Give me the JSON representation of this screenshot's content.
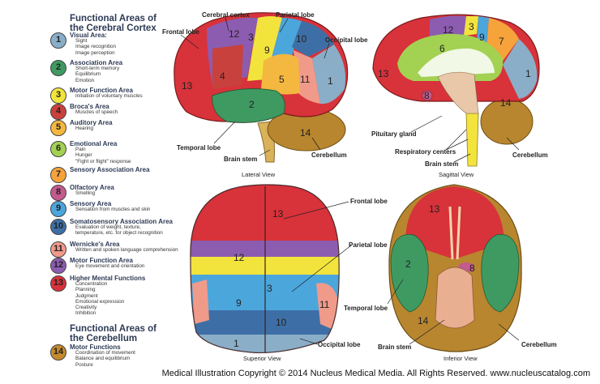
{
  "legend": {
    "title_line1": "Functional Areas of",
    "title_line2": "the Cerebral Cortex",
    "items": [
      {
        "num": "1",
        "name": "Visual Area:",
        "desc": [
          "Sight",
          "Image recognition",
          "Image perception"
        ],
        "color": "#8aaec8"
      },
      {
        "num": "2",
        "name": "Association Area",
        "desc": [
          "Short-term memory",
          "Equilibrium",
          "Emotion"
        ],
        "color": "#3f9a62"
      },
      {
        "num": "3",
        "name": "Motor Function Area",
        "desc": [
          "Initiation of voluntary muscles"
        ],
        "color": "#f2e43c"
      },
      {
        "num": "4",
        "name": "Broca's Area",
        "desc": [
          "Muscles of speech"
        ],
        "color": "#c9413c"
      },
      {
        "num": "5",
        "name": "Auditory Area",
        "desc": [
          "Hearing"
        ],
        "color": "#f4b740"
      },
      {
        "num": "6",
        "name": "Emotional Area",
        "desc": [
          "Pain",
          "Hunger",
          "\"Fight or flight\" response"
        ],
        "color": "#a3d152"
      },
      {
        "num": "7",
        "name": "Sensory Association Area",
        "desc": [],
        "color": "#f5a33a"
      },
      {
        "num": "8",
        "name": "Olfactory Area",
        "desc": [
          "Smelling"
        ],
        "color": "#c45a8e"
      },
      {
        "num": "9",
        "name": "Sensory Area",
        "desc": [
          "Sensation from muscles and skin"
        ],
        "color": "#4ba6dc"
      },
      {
        "num": "10",
        "name": "Somatosensory Association Area",
        "desc": [
          "Evaluation of weight, texture,",
          "temperature, etc. for object recognition"
        ],
        "color": "#3d6fa6"
      },
      {
        "num": "11",
        "name": "Wernicke's Area",
        "desc": [
          "Written and spoken language comprehension"
        ],
        "color": "#f09a8a"
      },
      {
        "num": "12",
        "name": "Motor Function Area",
        "desc": [
          "Eye movement and orientation"
        ],
        "color": "#8c5cb0"
      },
      {
        "num": "13",
        "name": "Higher Mental Functions",
        "desc": [
          "Concentration",
          "Planning",
          "Judgment",
          "Emotional expression",
          "Creativity",
          "Inhibition"
        ],
        "color": "#d8323a"
      }
    ],
    "cerebellum_title_line1": "Functional Areas of",
    "cerebellum_title_line2": "the Cerebellum",
    "cerebellum_item": {
      "num": "14",
      "name": "Motor Functions",
      "desc": [
        "Coordination of movement",
        "Balance and equilibrium",
        "Posture"
      ],
      "color": "#c58a2e"
    }
  },
  "views": {
    "lateral": {
      "caption": "Lateral View",
      "labels": {
        "frontal": "Frontal lobe",
        "cerebral": "Cerebral cortex",
        "parietal": "Parietal lobe",
        "occipital": "Occipital lobe",
        "temporal": "Temporal lobe",
        "brainstem": "Brain stem",
        "cerebellum": "Cerebellum"
      }
    },
    "sagittal": {
      "caption": "Sagittal View",
      "labels": {
        "pituitary": "Pituitary gland",
        "respiratory": "Respiratory centers",
        "brainstem": "Brain stem",
        "cerebellum": "Cerebellum"
      }
    },
    "superior": {
      "caption": "Superior View",
      "labels": {
        "frontal": "Frontal lobe",
        "parietal": "Parietal lobe",
        "occipital": "Occipital lobe"
      }
    },
    "inferior": {
      "caption": "Inferior View",
      "labels": {
        "temporal": "Temporal lobe",
        "brainstem": "Brain stem",
        "cerebellum": "Cerebellum"
      }
    }
  },
  "footer": "Medical Illustration Copyright © 2014 Nucleus Medical Media.  All Rights Reserved.  www.nucleuscatalog.com"
}
